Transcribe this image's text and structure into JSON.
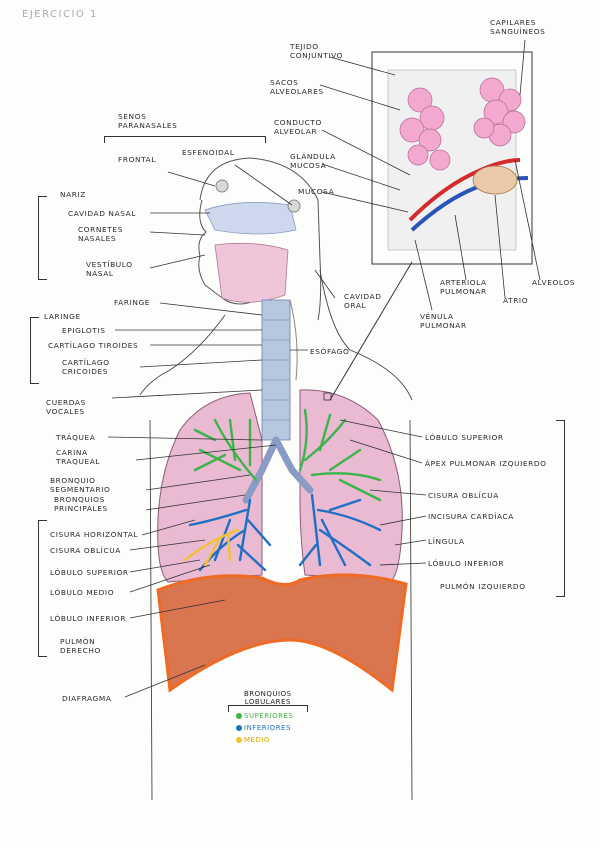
{
  "title": "EJERCICIO 1",
  "labels": {
    "senos": [
      "SENOS",
      "PARANASALES"
    ],
    "frontal": "FRONTAL",
    "esfenoidal": "ESFENOIDAL",
    "nariz": "NARIZ",
    "cavidad_nasal": "CAVIDAD NASAL",
    "cornetes": [
      "CORNETES",
      "NASALES"
    ],
    "vestibulo": [
      "VESTÍBULO",
      "NASAL"
    ],
    "faringe": "FARINGE",
    "laringe": "LARINGE",
    "epiglotis": "EPIGLOTIS",
    "cartilago_tiroides": "CARTÍLAGO TIROIDES",
    "cartilago_cricoides": [
      "CARTÍLAGO",
      "CRICOIDES"
    ],
    "cuerdas_vocales": [
      "CUERDAS",
      "VOCALES"
    ],
    "traquea": "TRÁQUEA",
    "carina": [
      "CARINA",
      "TRAQUEAL"
    ],
    "bronquio_segmentario": [
      "BRONQUIO",
      "SEGMENTARIO"
    ],
    "bronquios_principales": [
      "BRONQUIOS",
      "PRINCIPALES"
    ],
    "cisura_horizontal": "CISURA HORIZONTAL",
    "cisura_obliqua_der": "CISURA OBLÍCUA",
    "lobulo_superior_der": "LÓBULO SUPERIOR",
    "lobulo_medio": "LÓBULO MEDIO",
    "lobulo_inferior_der": "LÓBULO INFERIOR",
    "pulmon_derecho": [
      "PULMÓN",
      "DERECHO"
    ],
    "diafragma": "DIAFRAGMA",
    "tejido_conjuntivo": [
      "TEJIDO",
      "CONJUNTIVO"
    ],
    "sacos_alveolares": [
      "SACOS",
      "ALVEOLARES"
    ],
    "conducto_alveolar": [
      "CONDUCTO",
      "ALVEOLAR"
    ],
    "glandula_mucosa": [
      "GLÁNDULA",
      "MUCOSA"
    ],
    "mucosa": "MUCOSA",
    "capilares": [
      "CAPILARES",
      "SANGUÍNEOS"
    ],
    "alveolos": "ALVEOLOS",
    "atrio": "ATRIO",
    "arteriola": [
      "ARTERIOLA",
      "PULMONAR"
    ],
    "venula": [
      "VÉNULA",
      "PULMONAR"
    ],
    "cavidad_oral": [
      "CAVIDAD",
      "ORAL"
    ],
    "esofago": "ESÓFAGO",
    "lobulo_superior_izq": "LÓBULO SUPERIOR",
    "apex": "ÁPEX PULMONAR IZQUIERDO",
    "cisura_obliqua_izq": "CISURA OBLÍCUA",
    "incisura": "INCISURA CARDÍACA",
    "lingula": "LÍNGULA",
    "lobulo_inferior_izq": "LÓBULO INFERIOR",
    "pulmon_izquierdo": "PULMÓN IZQUIERDO"
  },
  "legend": {
    "title": [
      "BRONQUIOS",
      "LOBULARES"
    ],
    "items": [
      {
        "label": "SUPERIORES",
        "color": "#3bb54a"
      },
      {
        "label": "INFERIORES",
        "color": "#1f6fc4"
      },
      {
        "label": "MEDIO",
        "color": "#f1c232"
      }
    ]
  },
  "colors": {
    "lung": "#eab9d2",
    "diaphragm": "#d9764f",
    "diaphragm_edge": "#ef6a23",
    "trachea": "#b7c7e0",
    "artery": "#d42a2a",
    "vein": "#2a55b8",
    "alveoli": "#f2a8cf"
  }
}
